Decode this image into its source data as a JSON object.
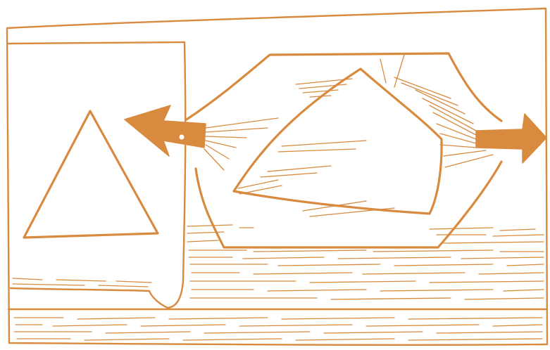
{
  "illustration": {
    "ink_color": "#d88a3f",
    "background_color": "#ffffff",
    "elements": [
      "outer-border",
      "left-panel",
      "triangle",
      "hexagonal-frame",
      "inner-pentagon",
      "arrow-left",
      "arrow-right",
      "hatched-ground"
    ]
  }
}
